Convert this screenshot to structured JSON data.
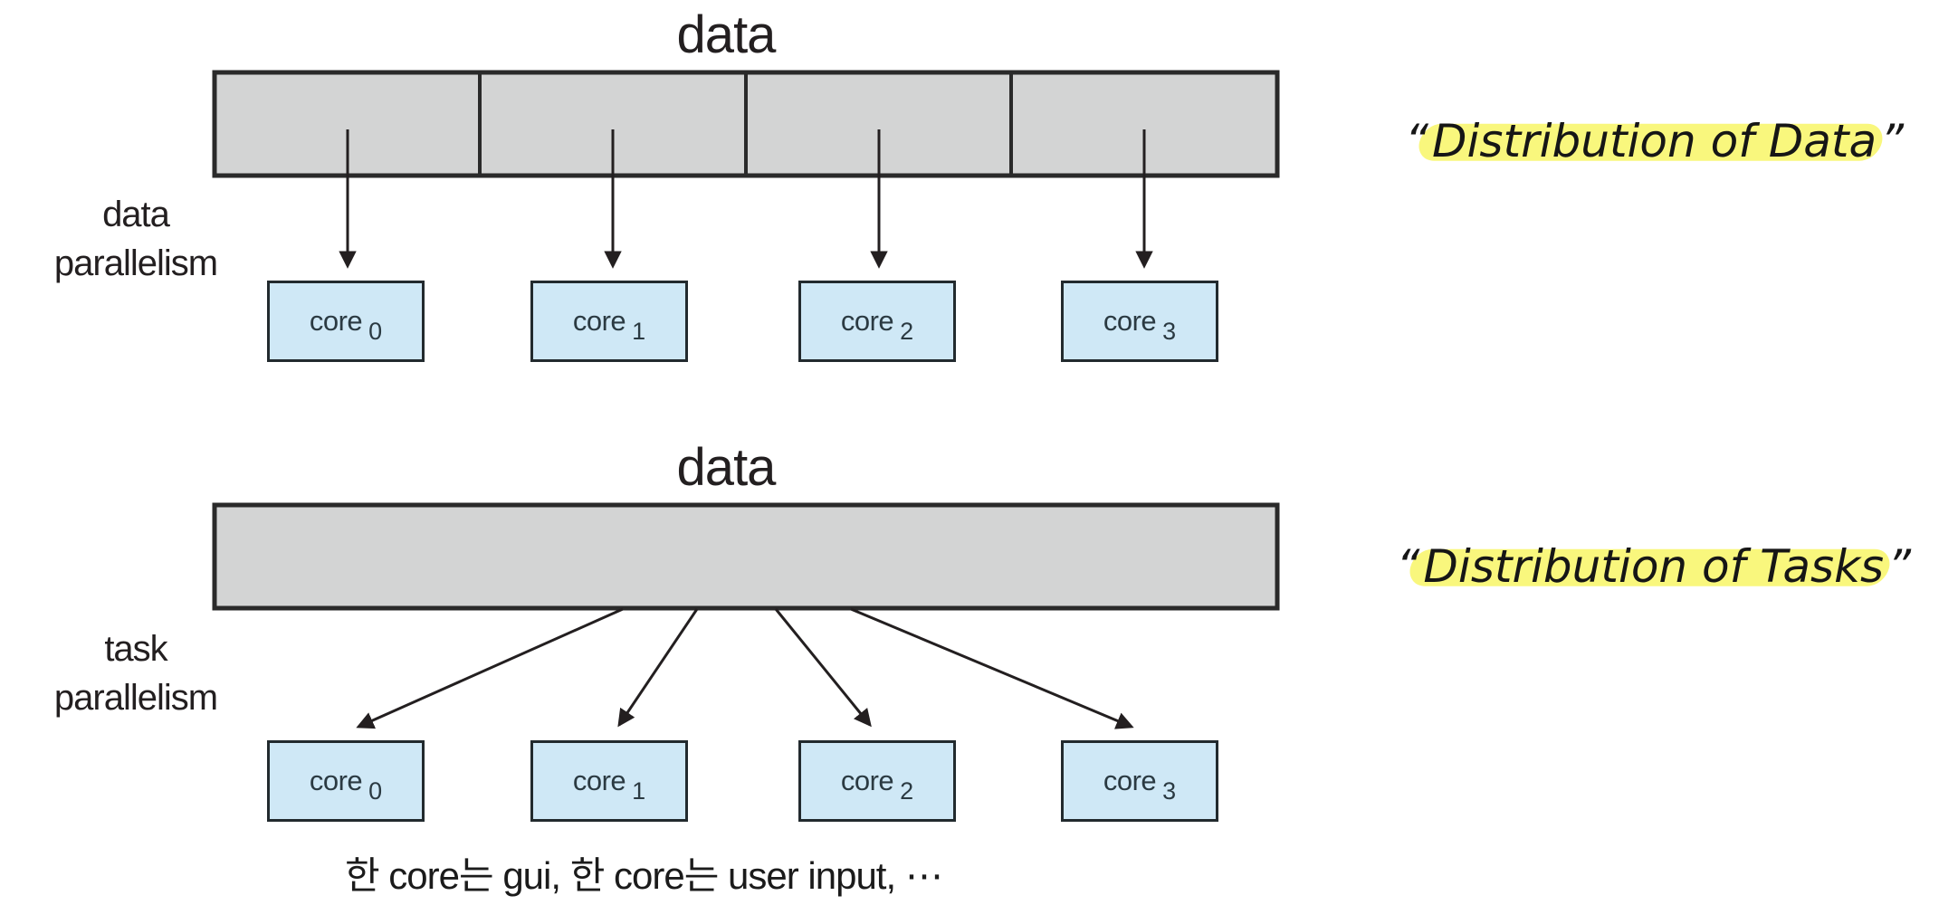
{
  "figure": {
    "description": "data parallelism vs task parallelism diagram",
    "sections": [
      {
        "name": "data-parallelism",
        "bar_label": "data",
        "side_label": [
          "data",
          "parallelism"
        ],
        "annotation": {
          "open": "“",
          "text": "Distribution of Data",
          "close": "”"
        },
        "cores": [
          {
            "label": "core",
            "sub": "0"
          },
          {
            "label": "core",
            "sub": "1"
          },
          {
            "label": "core",
            "sub": "2"
          },
          {
            "label": "core",
            "sub": "3"
          }
        ]
      },
      {
        "name": "task-parallelism",
        "bar_label": "data",
        "side_label": [
          "task",
          "parallelism"
        ],
        "annotation": {
          "open": "“",
          "text": "Distribution of Tasks",
          "close": "”"
        },
        "cores": [
          {
            "label": "core",
            "sub": "0"
          },
          {
            "label": "core",
            "sub": "1"
          },
          {
            "label": "core",
            "sub": "2"
          },
          {
            "label": "core",
            "sub": "3"
          }
        ]
      }
    ],
    "caption": "한 core는 gui, 한 core는 user input, ⋯"
  },
  "colors": {
    "bar-fill": "#d3d4d4",
    "box-fill": "#cfe8f6",
    "line": "#231f20",
    "text": "#231f20",
    "highlight": "#f9f77d",
    "bg": "#ffffff"
  }
}
